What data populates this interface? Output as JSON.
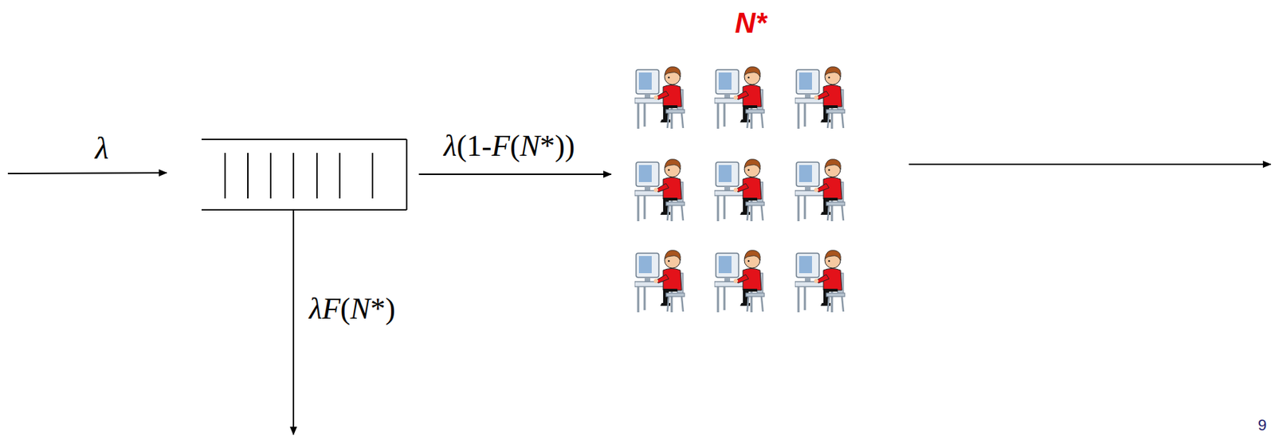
{
  "diagram": {
    "nodes": [
      {
        "text": [
          "N*"
        ]
      }
    ],
    "labels": [
      "λ",
      "λ(1-F(N*))",
      "λF(N*)",
      "9"
    ]
  }
}
